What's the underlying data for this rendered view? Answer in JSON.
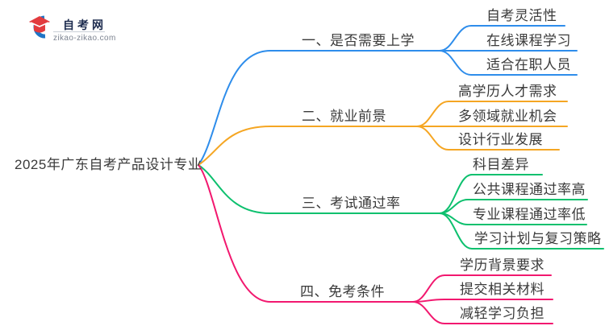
{
  "brand": {
    "name": "自考网",
    "domain": "zikao-zikao.com",
    "logo_colors": {
      "swoosh": "#1e75c6",
      "cap": "#e23b3f"
    }
  },
  "root": {
    "label": "2025年广东自考产品设计专业"
  },
  "text_color": "#3a3a3a",
  "branches": [
    {
      "label": "一、是否需要上学",
      "color": "#2e8deb",
      "children": [
        "自考灵活性",
        "在线课程学习",
        "适合在职人员"
      ]
    },
    {
      "label": "二、就业前景",
      "color": "#f5a623",
      "children": [
        "高学历人才需求",
        "多领域就业机会",
        "设计行业发展"
      ]
    },
    {
      "label": "三、考试通过率",
      "color": "#0dc06e",
      "children": [
        "科目差异",
        "公共课程通过率高",
        "专业课程通过率低",
        "学习计划与复习策略"
      ]
    },
    {
      "label": "四、免考条件",
      "color": "#f2186f",
      "children": [
        "学历背景要求",
        "提交相关材料",
        "减轻学习负担"
      ]
    }
  ]
}
